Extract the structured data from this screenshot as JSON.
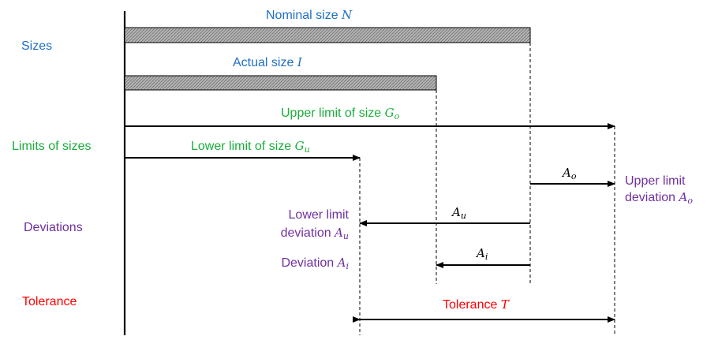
{
  "colors": {
    "sizes": "#1f6fc5",
    "limits": "#1aae3a",
    "deviations": "#7030a0",
    "tolerance": "#ff0000",
    "lines": "#000000",
    "bar_fill": "#b4b4b4"
  },
  "categories": {
    "sizes": "Sizes",
    "limits": "Limits of sizes",
    "deviations": "Deviations",
    "tolerance": "Tolerance"
  },
  "bars": {
    "nominal": {
      "label": "Nominal size",
      "symbol": "N"
    },
    "actual": {
      "label": "Actual size",
      "symbol": "I"
    }
  },
  "limits": {
    "upper": {
      "label": "Upper limit of size",
      "symbol": "G",
      "sub": "o"
    },
    "lower": {
      "label": "Lower limit of size",
      "symbol": "G",
      "sub": "u"
    }
  },
  "deviations": {
    "upper_arrow": {
      "symbol": "A",
      "sub": "o"
    },
    "upper_text": {
      "line1": "Upper limit",
      "line2": "deviation",
      "symbol": "A",
      "sub": "o"
    },
    "lower_arrow": {
      "symbol": "A",
      "sub": "u"
    },
    "lower_text": {
      "line1": "Lower limit",
      "line2": "deviation",
      "symbol": "A",
      "sub": "u"
    },
    "actual_arrow": {
      "symbol": "A",
      "sub": "i"
    },
    "actual_text": {
      "line1": "Deviation",
      "symbol": "A",
      "sub": "i"
    }
  },
  "tolerance": {
    "label": "Tolerance",
    "symbol": "T"
  }
}
